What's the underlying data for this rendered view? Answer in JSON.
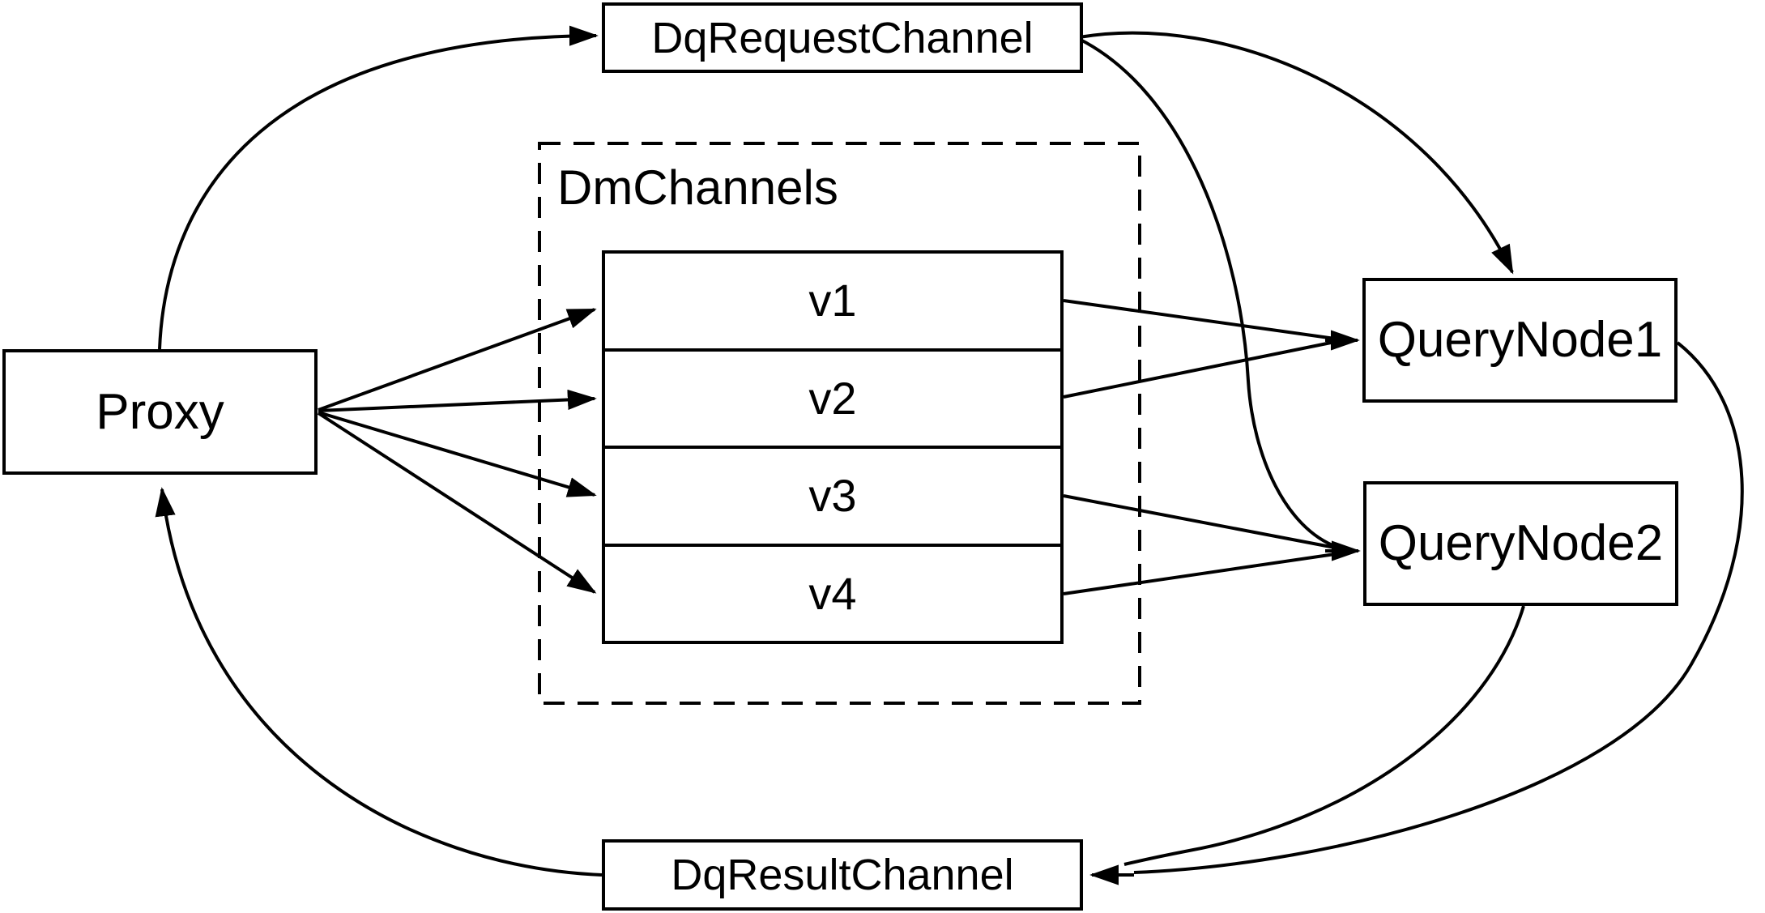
{
  "diagram": {
    "colors": {
      "stroke": "#000000",
      "background": "#ffffff"
    },
    "nodes": {
      "dq_request_channel": {
        "label": "DqRequestChannel"
      },
      "dq_result_channel": {
        "label": "DqResultChannel"
      },
      "proxy": {
        "label": "Proxy"
      },
      "query_node_1": {
        "label": "QueryNode1"
      },
      "query_node_2": {
        "label": "QueryNode2"
      },
      "dm_channels": {
        "label": "DmChannels",
        "channels": [
          "v1",
          "v2",
          "v3",
          "v4"
        ]
      }
    },
    "edges": [
      {
        "from": "Proxy",
        "to": "DqRequestChannel"
      },
      {
        "from": "DqRequestChannel",
        "to": "QueryNode1"
      },
      {
        "from": "DqRequestChannel",
        "to": "QueryNode2"
      },
      {
        "from": "Proxy",
        "to": "v1"
      },
      {
        "from": "Proxy",
        "to": "v2"
      },
      {
        "from": "Proxy",
        "to": "v3"
      },
      {
        "from": "Proxy",
        "to": "v4"
      },
      {
        "from": "v1",
        "to": "QueryNode1"
      },
      {
        "from": "v2",
        "to": "QueryNode1"
      },
      {
        "from": "v3",
        "to": "QueryNode2"
      },
      {
        "from": "v4",
        "to": "QueryNode2"
      },
      {
        "from": "QueryNode1",
        "to": "DqResultChannel"
      },
      {
        "from": "QueryNode2",
        "to": "DqResultChannel"
      },
      {
        "from": "DqResultChannel",
        "to": "Proxy"
      }
    ]
  }
}
